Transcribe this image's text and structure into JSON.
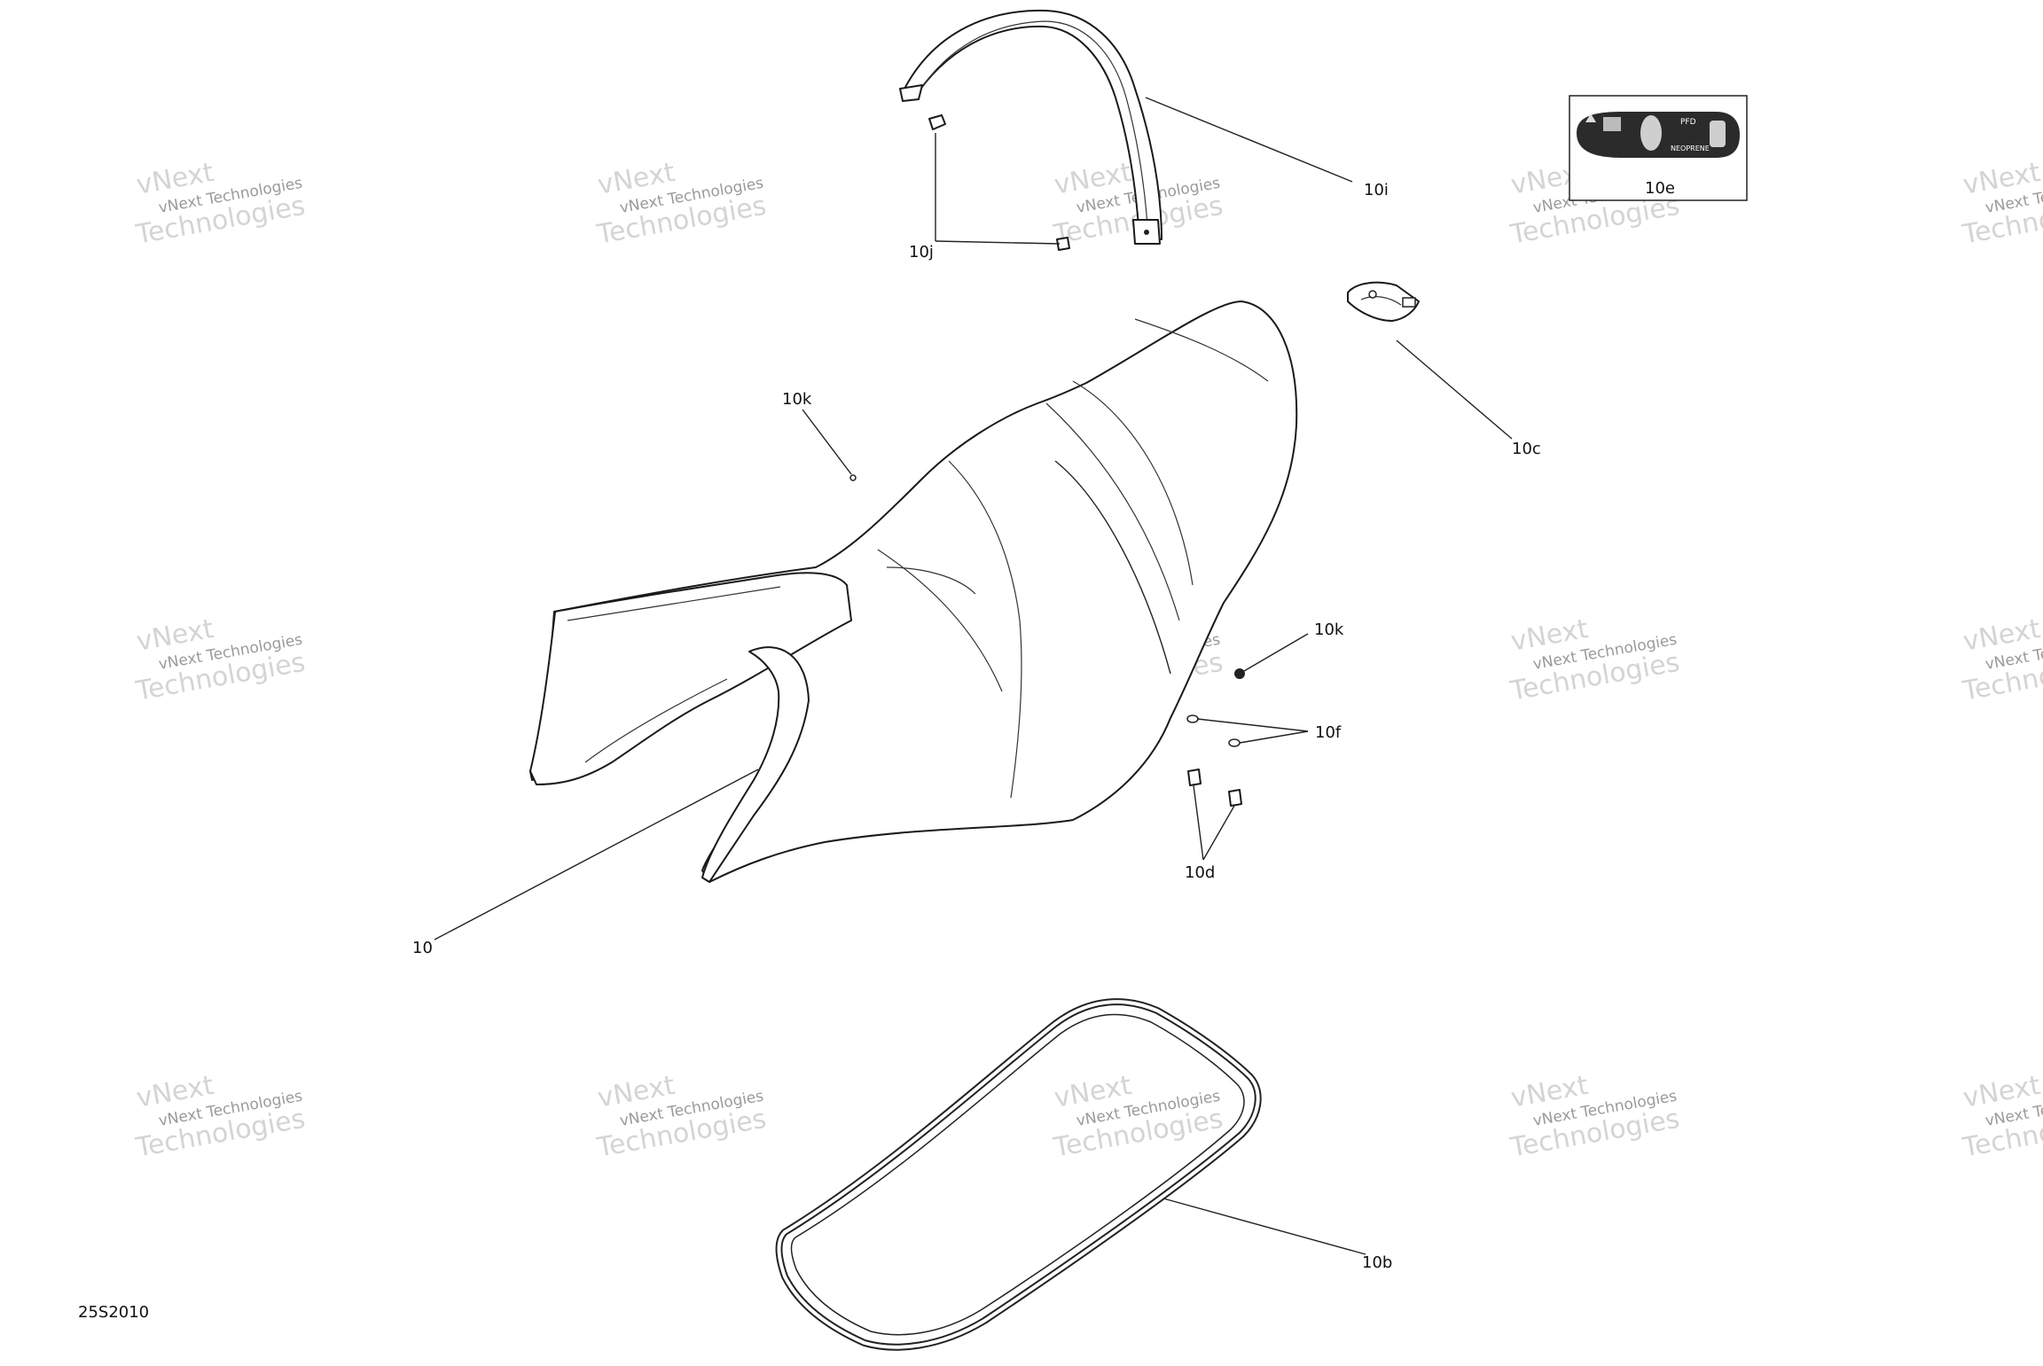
{
  "figure_code": "25S2010",
  "watermark": {
    "line1": "vNext Technologies",
    "line2": "vNext",
    "line3": "Technologies"
  },
  "callouts": {
    "c10": "10",
    "c10b": "10b",
    "c10c": "10c",
    "c10d": "10d",
    "c10e": "10e",
    "c10f": "10f",
    "c10i": "10i",
    "c10j": "10j",
    "c10k_top": "10k",
    "c10k_right": "10k"
  },
  "decal": {
    "pfd": "PFD",
    "neoprene": "NEOPRENE"
  }
}
